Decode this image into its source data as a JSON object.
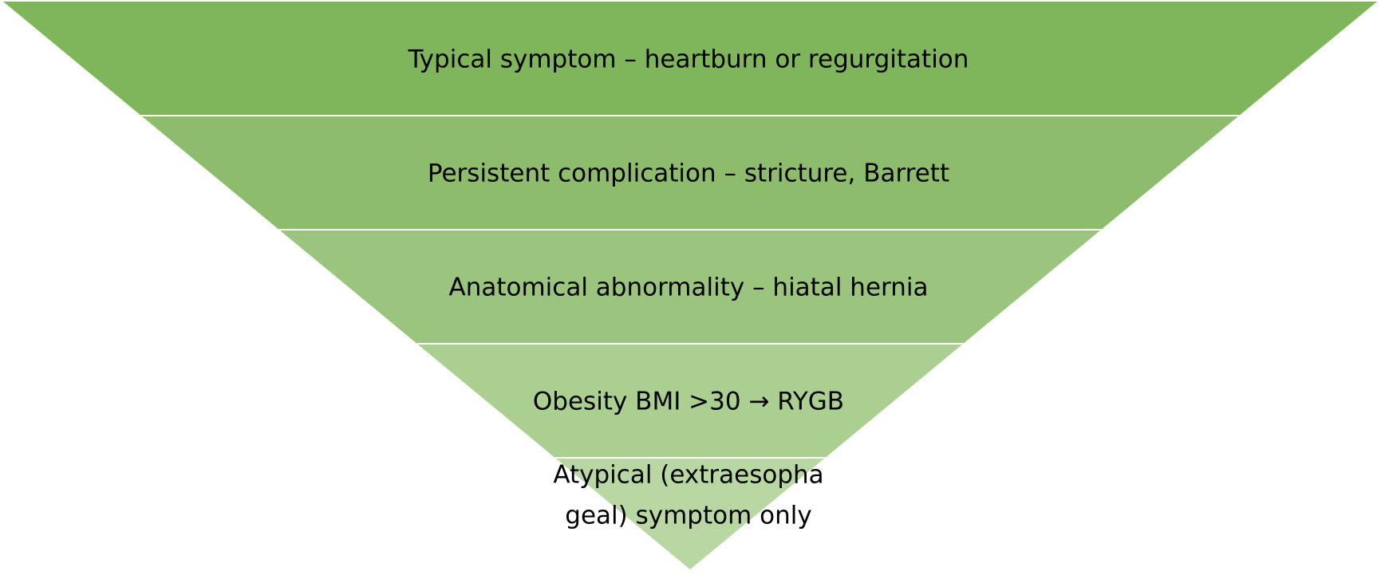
{
  "diagram": {
    "type": "inverted-funnel",
    "colors": {
      "separator": "#ffffff",
      "text": "#000000"
    },
    "tiers": [
      {
        "label_lines": [
          "Typical symptom – heartburn or regurgitation"
        ],
        "color": "#7fb65c"
      },
      {
        "label_lines": [
          "Persistent complication – stricture, Barrett"
        ],
        "color": "#8cbc6c"
      },
      {
        "label_lines": [
          "Anatomical abnormality – hiatal hernia"
        ],
        "color": "#9bc47e"
      },
      {
        "label_lines": [
          "Obesity BMI >30 → RYGB"
        ],
        "color": "#aacf91"
      },
      {
        "label_lines": [
          "Atypical (extraesopha",
          "geal) symptom only"
        ],
        "color": "#b8d7a2"
      }
    ]
  }
}
